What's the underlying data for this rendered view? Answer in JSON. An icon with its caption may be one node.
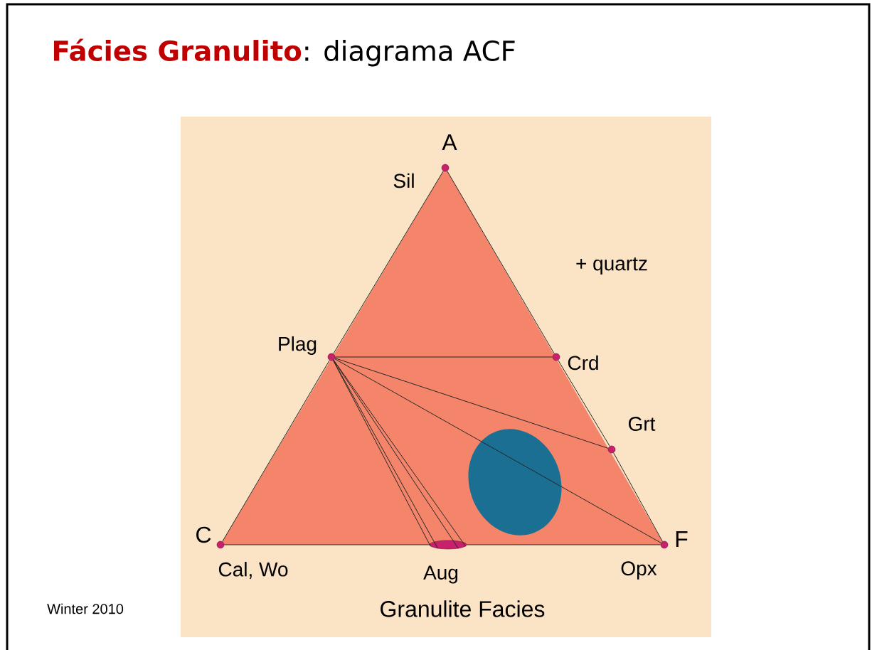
{
  "diagram": {
    "title": "**Fácies Granulito**: diagrama ACF",
    "nodes": [
      {
        "text": [],
        "shape": "circle",
        "beside": [
          "Sil"
        ]
      },
      {
        "text": [],
        "shape": "circle",
        "beside": [
          "Plag"
        ]
      },
      {
        "text": [],
        "shape": "circle",
        "beside": [
          "Crd"
        ]
      },
      {
        "text": [],
        "shape": "circle",
        "beside": [
          "Grt"
        ]
      },
      {
        "text": [],
        "shape": "circle",
        "beside": [
          "Cal, Wo"
        ]
      },
      {
        "text": [],
        "shape": "bar",
        "beside": [
          "Aug"
        ]
      },
      {
        "text": [],
        "shape": "circle",
        "beside": [
          "Opx"
        ]
      }
    ],
    "edges": [
      {
        "from": 0,
        "to": 1,
        "arrow": "none"
      },
      {
        "from": 1,
        "to": 4,
        "arrow": "none"
      },
      {
        "from": 4,
        "to": 5,
        "arrow": "none"
      },
      {
        "from": 5,
        "to": 6,
        "arrow": "none"
      },
      {
        "from": 6,
        "to": 3,
        "arrow": "none"
      },
      {
        "from": 3,
        "to": 2,
        "arrow": "none"
      },
      {
        "from": 2,
        "to": 0,
        "arrow": "none"
      },
      {
        "from": 1,
        "to": 2,
        "arrow": "none"
      },
      {
        "from": 1,
        "to": 3,
        "arrow": "none"
      },
      {
        "from": 1,
        "to": 6,
        "arrow": "none"
      },
      {
        "from": 1,
        "to": 5,
        "arrow": "none"
      },
      {
        "from": 1,
        "to": 5,
        "arrow": "none"
      },
      {
        "from": 1,
        "to": 5,
        "arrow": "none"
      },
      {
        "from": 1,
        "to": 5,
        "arrow": "none"
      }
    ],
    "labels": [
      "A",
      "+ quartz",
      "C",
      "F",
      "Granulite Facies",
      "Winter 2010"
    ]
  }
}
